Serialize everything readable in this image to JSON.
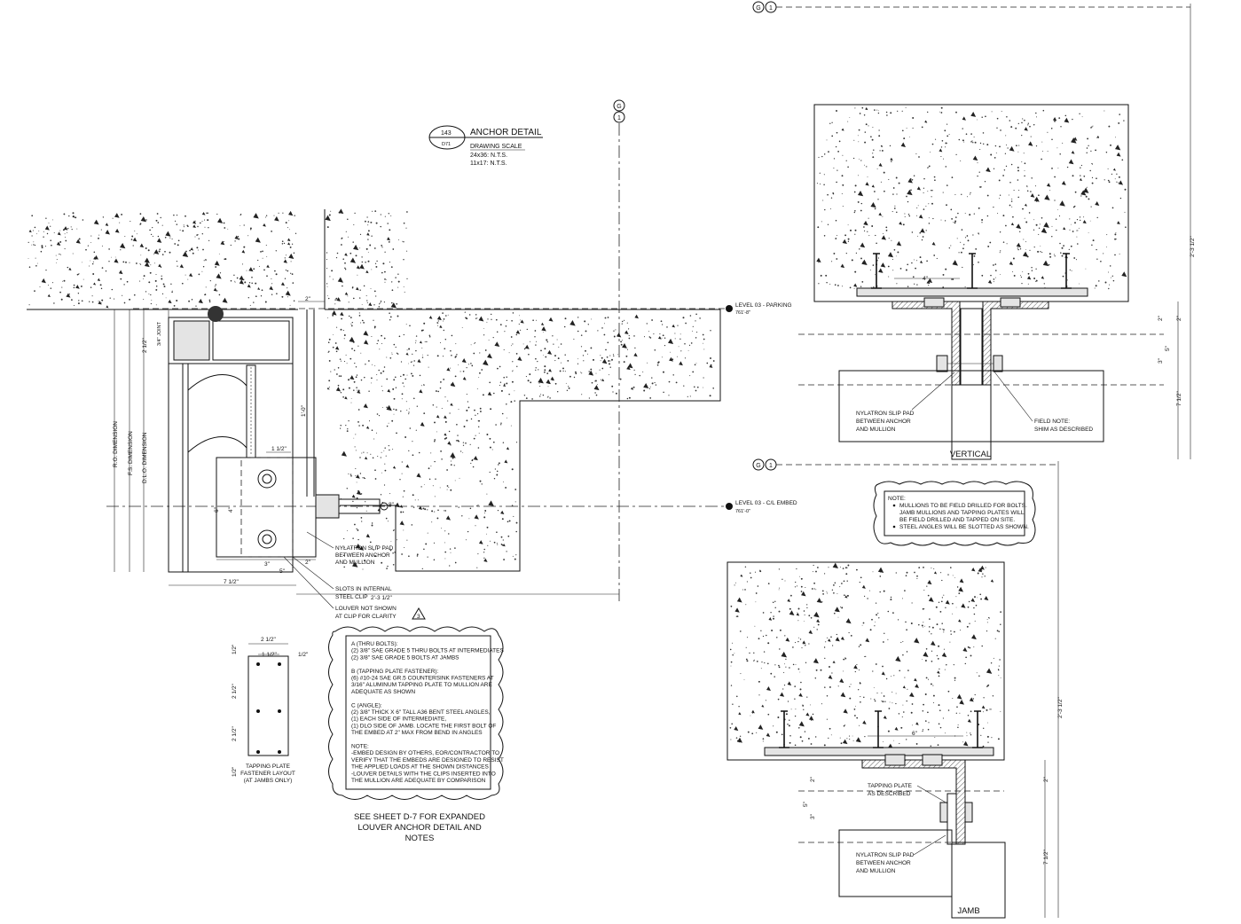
{
  "title_block": {
    "detail_number": "143",
    "sheet_ref": "D71",
    "title": "ANCHOR DETAIL",
    "scale_label": "DRAWING SCALE",
    "scale_24x36": "24x36: N.T.S.",
    "scale_11x17": "11x17: N.T.S."
  },
  "grid": {
    "letter": "G",
    "number": "1"
  },
  "levels": {
    "parking_label": "LEVEL 03 - PARKING",
    "parking_elev": "761'-8\"",
    "embed_label": "LEVEL 03 - C/L EMBED",
    "embed_elev": "761'-0\""
  },
  "plan": {
    "dim_ro": "R.O. DIMENSION",
    "dim_fs": "F.S. DIMENSION",
    "dim_dlo": "D.L.O. DIMENSION",
    "dim_joint": "3/4\" JOINT",
    "dim_2half": "2 1/2\"",
    "dim_2in": "2\"",
    "dim_1ft": "1'-0\"",
    "dim_1half": "1 1/2\"",
    "dim_6": "6\"",
    "dim_4": "4\"",
    "dim_3": "3\"",
    "dim_5": "5\"",
    "dim_2b": "2\"",
    "dim_7half": "7 1/2\"",
    "dim_total": "2'-3 1/2\"",
    "dim_8": "8\"",
    "label_nylatron_1": "NYLATRON SLIP PAD",
    "label_nylatron_2": "BETWEEN ANCHOR",
    "label_nylatron_3": "AND MULLION",
    "label_slots_1": "SLOTS IN INTERNAL",
    "label_slots_2": "STEEL CLIP",
    "label_louver_1": "LOUVER NOT SHOWN",
    "label_louver_2": "AT CLIP FOR CLARITY",
    "revision": "3"
  },
  "fastener_layout": {
    "dim_width": "2 1/2\"",
    "dim_edge": "1 1/2\"",
    "dim_half_r": "1/2\"",
    "dim_half_t": "1/2\"",
    "dim_v1": "2 1/2\"",
    "dim_v2": "2 1/2\"",
    "dim_half_b": "1/2\"",
    "caption_1": "TAPPING PLATE",
    "caption_2": "FASTENER LAYOUT",
    "caption_3": "(AT JAMBS ONLY)"
  },
  "notes_box": {
    "lines": [
      "A (THRU BOLTS):",
      "(2) 3/8\" SAE GRADE 5 THRU BOLTS AT INTERMEDIATES",
      "(2) 3/8\" SAE GRADE 5 BOLTS AT JAMBS",
      "",
      "B (TAPPING PLATE FASTENER):",
      "(6) #10-24 SAE GR.5 COUNTERSINK FASTENERS AT",
      "3/16\" ALUMINUM TAPPING PLATE TO MULLION ARE",
      "ADEQUATE AS SHOWN",
      "",
      "C (ANGLE):",
      "(2) 3/8\" THICK X 6\" TALL A36 BENT STEEL ANGLES,",
      "(1) EACH SIDE OF INTERMEDIATE,",
      "(1) DLO SIDE OF JAMB. LOCATE THE FIRST BOLT OF",
      "THE EMBED AT 2\" MAX FROM BEND IN ANGLES",
      "",
      "NOTE:",
      "-EMBED DESIGN BY OTHERS, EOR/CONTRACTOR TO",
      "VERIFY THAT THE EMBEDS ARE DESIGNED TO RESIST",
      "THE APPLIED LOADS AT THE SHOWN DISTANCES",
      "-LOUVER DETAILS WITH THE CLIPS INSERTED INTO",
      "THE MULLION ARE ADEQUATE BY COMPARISON"
    ]
  },
  "see_sheet": {
    "line1": "SEE SHEET D-7 FOR EXPANDED",
    "line2": "LOUVER ANCHOR DETAIL AND",
    "line3": "NOTES"
  },
  "field_note_box": {
    "heading": "NOTE:",
    "bullets": [
      "MULLIONS TO BE FIELD DRILLED FOR BOLTS.",
      "JAMB MULLIONS AND TAPPING PLATES WILL",
      "BE FIELD DRILLED AND TAPPED ON SITE.",
      "STEEL ANGLES WILL BE SLOTTED AS SHOWN."
    ]
  },
  "vertical": {
    "caption": "VERTICAL",
    "dim_4": "4\"",
    "dim_total": "2'-3 1/2\"",
    "dim_2a": "2\"",
    "dim_2b": "2\"",
    "dim_3": "3\"",
    "dim_5": "5\"",
    "dim_7half": "7 1/2\"",
    "nylatron_1": "NYLATRON SLIP PAD",
    "nylatron_2": "BETWEEN ANCHOR",
    "nylatron_3": "AND MULLION",
    "field_1": "FIELD NOTE:",
    "field_2": "SHIM AS DESCRIBED"
  },
  "jamb": {
    "caption": "JAMB",
    "dim_6": "6\"",
    "dim_total": "2'-3 1/2\"",
    "dim_2a": "2\"",
    "dim_2b": "2\"",
    "dim_3": "3\"",
    "dim_5": "5\"",
    "dim_7half": "7 1/2\"",
    "tapping_1": "TAPPING PLATE",
    "tapping_2": "AS DESCRIBED",
    "nylatron_1": "NYLATRON SLIP PAD",
    "nylatron_2": "BETWEEN ANCHOR",
    "nylatron_3": "AND MULLION"
  }
}
